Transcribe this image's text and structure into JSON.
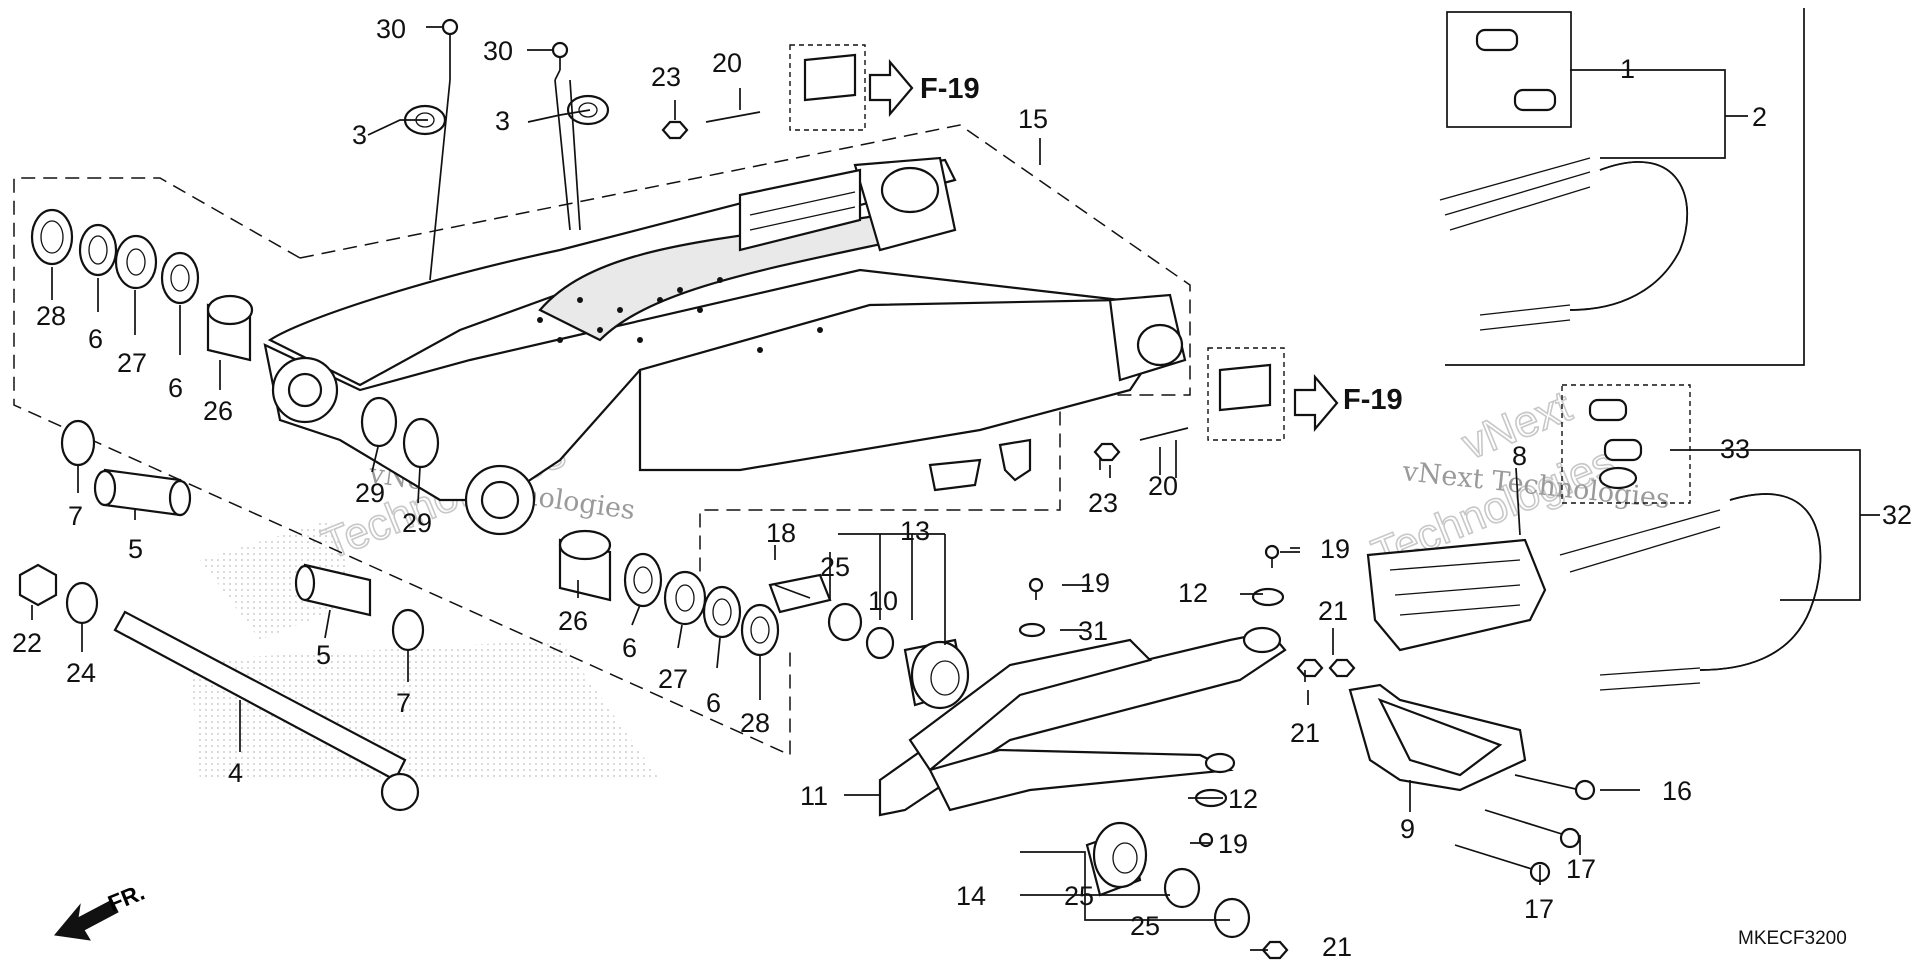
{
  "diagram_code": "MKECF3200",
  "front_indicator": "FR.",
  "ref_labels": [
    "F-19",
    "F-19"
  ],
  "watermarks": [
    "vNext Technologies",
    "vNext Technologies"
  ],
  "watermark_big": [
    "vNext",
    "Technologies",
    "vNext",
    "Technologies"
  ],
  "callouts": [
    "30",
    "30",
    "3",
    "3",
    "23",
    "20",
    "15",
    "1",
    "2",
    "28",
    "6",
    "27",
    "6",
    "26",
    "7",
    "5",
    "29",
    "29",
    "22",
    "24",
    "4",
    "5",
    "7",
    "26",
    "6",
    "27",
    "6",
    "28",
    "18",
    "25",
    "10",
    "13",
    "19",
    "31",
    "12",
    "21",
    "21",
    "9",
    "11",
    "12",
    "19",
    "14",
    "25",
    "25",
    "21",
    "16",
    "17",
    "17",
    "23",
    "20",
    "8",
    "19",
    "33",
    "32"
  ]
}
